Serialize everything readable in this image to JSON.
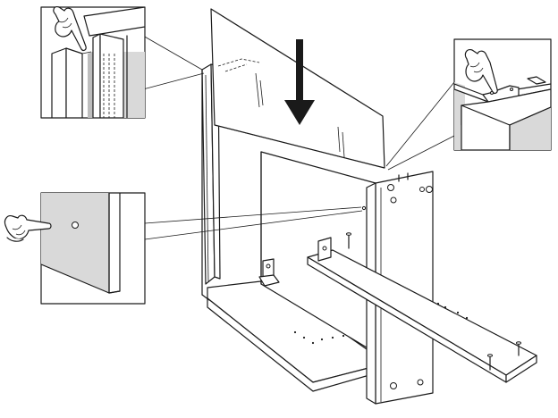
{
  "illustration": {
    "type": "furniture-assembly-step",
    "colors": {
      "line": "#1a1a1a",
      "panel_grey": "#d9d9d9",
      "background": "#ffffff"
    },
    "callouts": [
      {
        "id": "top-left",
        "icon": "pointing-hand-icon",
        "shows": "back-panel-slides-into-groove"
      },
      {
        "id": "top-right",
        "icon": "pointing-hand-icon",
        "shows": "top-edge-groove-detail"
      },
      {
        "id": "middle-left",
        "icon": "pointing-hand-icon",
        "shows": "pre-drilled-hole"
      }
    ],
    "arrow": {
      "icon": "down-arrow-icon",
      "direction": "down"
    }
  }
}
